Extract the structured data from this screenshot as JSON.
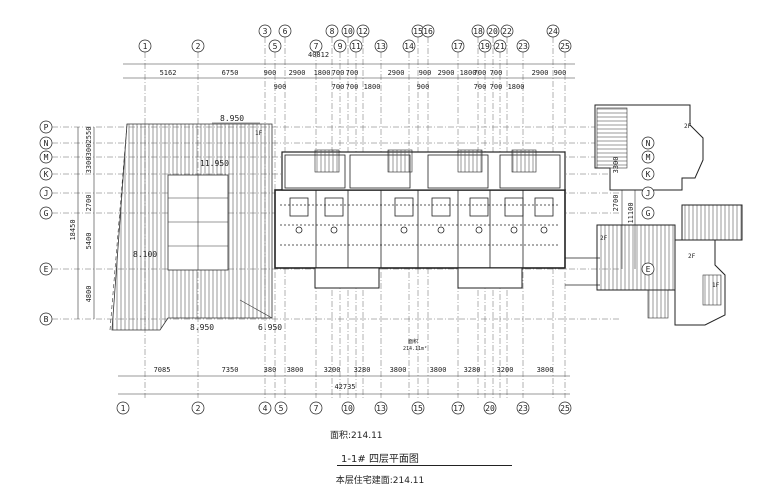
{
  "drawing": {
    "title": "1-1# 四层平面图",
    "area_label": "面积:214.11",
    "floor_area_note": "本层住宅建面:214.11",
    "room_area_label": "面积",
    "room_area_value": "214.11m²"
  },
  "top_axes": [
    "1",
    "2",
    "3",
    "5",
    "6",
    "7",
    "8",
    "9",
    "10",
    "11",
    "12",
    "13",
    "15",
    "14",
    "16",
    "17",
    "18",
    "19",
    "20",
    "21",
    "22",
    "23",
    "24",
    "25"
  ],
  "bottom_axes": [
    "1",
    "2",
    "4",
    "5",
    "7",
    "10",
    "13",
    "15",
    "17",
    "20",
    "23",
    "25"
  ],
  "left_axes": [
    "P",
    "N",
    "M",
    "K",
    "J",
    "G",
    "E",
    "B"
  ],
  "right_axes": [
    "N",
    "M",
    "K",
    "J",
    "G",
    "E"
  ],
  "top_dims_total": "40812",
  "top_dims_row1": [
    "5162",
    "6750",
    "900",
    "2900",
    "1800",
    "700",
    "700",
    "2900",
    "900",
    "2900",
    "1800",
    "700",
    "700",
    "2900",
    "900"
  ],
  "top_dims_row2": [
    "900",
    "700",
    "700",
    "1800",
    "900",
    "700",
    "700",
    "1800"
  ],
  "bottom_dims": [
    "7085",
    "7350",
    "380",
    "3800",
    "3200",
    "3280",
    "3800",
    "3800",
    "3280",
    "3200",
    "3800"
  ],
  "bottom_total": "42735",
  "left_dims": [
    "2550",
    "300",
    "3300",
    "2700",
    "5400",
    "4800"
  ],
  "left_total": "18450",
  "right_dims": [
    "3300",
    "2700",
    "11100"
  ],
  "elevations": [
    "8.950",
    "11.950",
    "8.100",
    "8.950",
    "6.950"
  ],
  "roof_labels": [
    "2F",
    "2F",
    "1F",
    "1F",
    "2F"
  ]
}
